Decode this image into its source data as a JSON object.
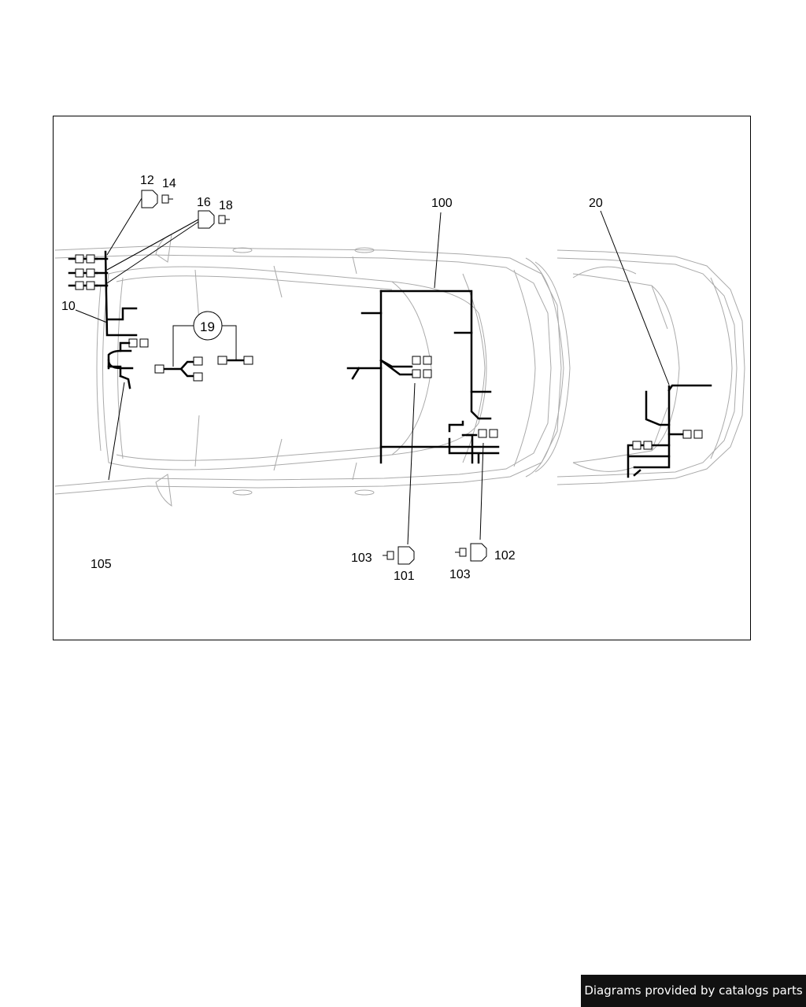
{
  "callouts": {
    "c12": "12",
    "c14": "14",
    "c16": "16",
    "c18": "18",
    "c10": "10",
    "c19": "19",
    "c105": "105",
    "c100": "100",
    "c20": "20",
    "c103a": "103",
    "c101": "101",
    "c102": "102",
    "c103b": "103"
  },
  "footer": {
    "credit": "Diagrams provided by catalogs parts"
  },
  "colors": {
    "wire": "#000000",
    "outline": "#aaaaaa",
    "badge_bg": "#111111",
    "badge_text": "#ffffff"
  }
}
